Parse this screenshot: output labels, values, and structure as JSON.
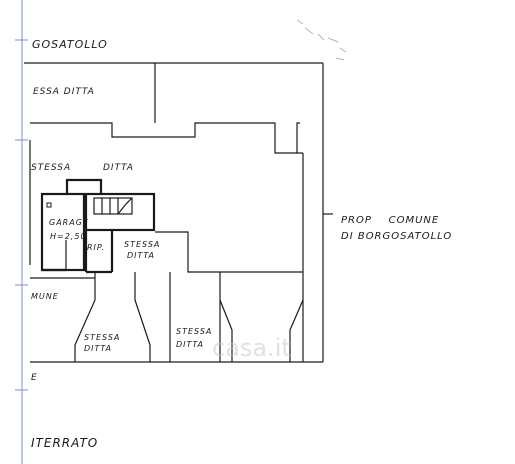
{
  "labels": {
    "top_partial": "GOSATOLLO",
    "stessa_ditta_top": "ESSA   DITTA",
    "stessa_ditta_mid_1": "STESSA",
    "stessa_ditta_mid_2": "DITTA",
    "garage": "GARAGE",
    "garage_height": "H=2,50",
    "rip": "RIP.",
    "stessa_small_1": "STESSA",
    "stessa_small_2": "DITTA",
    "comune_partial": "MUNE",
    "stessa_bottom_left_1": "STESSA",
    "stessa_bottom_left_2": "DITTA",
    "stessa_bottom_mid_1": "STESSA",
    "stessa_bottom_mid_2": "DITTA",
    "e_partial": "E",
    "prop_line1": "PROP    COMUNE",
    "prop_line2": "DI BORGOSATOLLO",
    "interrato": "ITERRATO",
    "watermark": "casa.it"
  },
  "colors": {
    "ink": "#1a1a1a",
    "margin_line": "#7a8fd6"
  }
}
